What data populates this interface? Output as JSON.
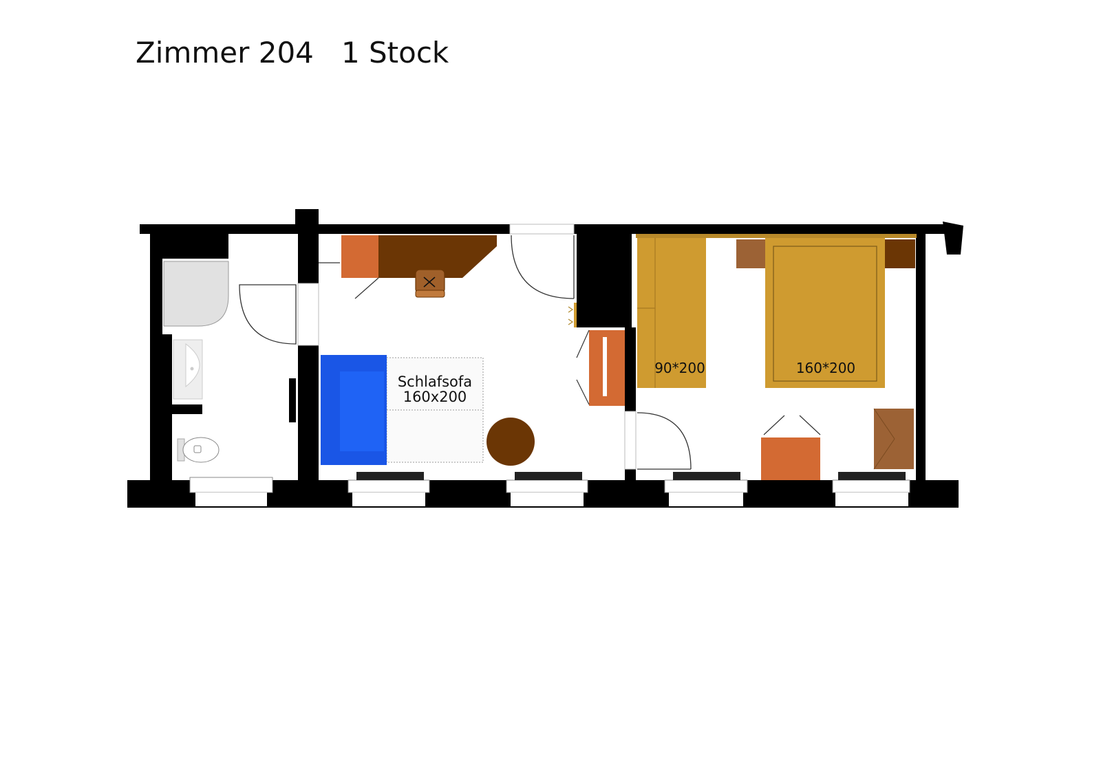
{
  "title": "Zimmer 204   1 Stock",
  "labels": {
    "sofa_line1": "Schlafsofa",
    "sofa_line2": "160x200",
    "single_bed": "90*200",
    "double_bed": "160*200"
  },
  "colors": {
    "wall": "#000000",
    "sofa": "#1a56e6",
    "bed": "#cf9b30",
    "wardrobe": "#6b3605",
    "cabinet": "#d36a33",
    "nightstand": "#9c6235",
    "table": "#6b3605",
    "sanitary": "#e1e1e1"
  },
  "icons": [
    "shower-icon",
    "sink-icon",
    "toilet-icon",
    "chair-icon",
    "door-swing-icon"
  ]
}
